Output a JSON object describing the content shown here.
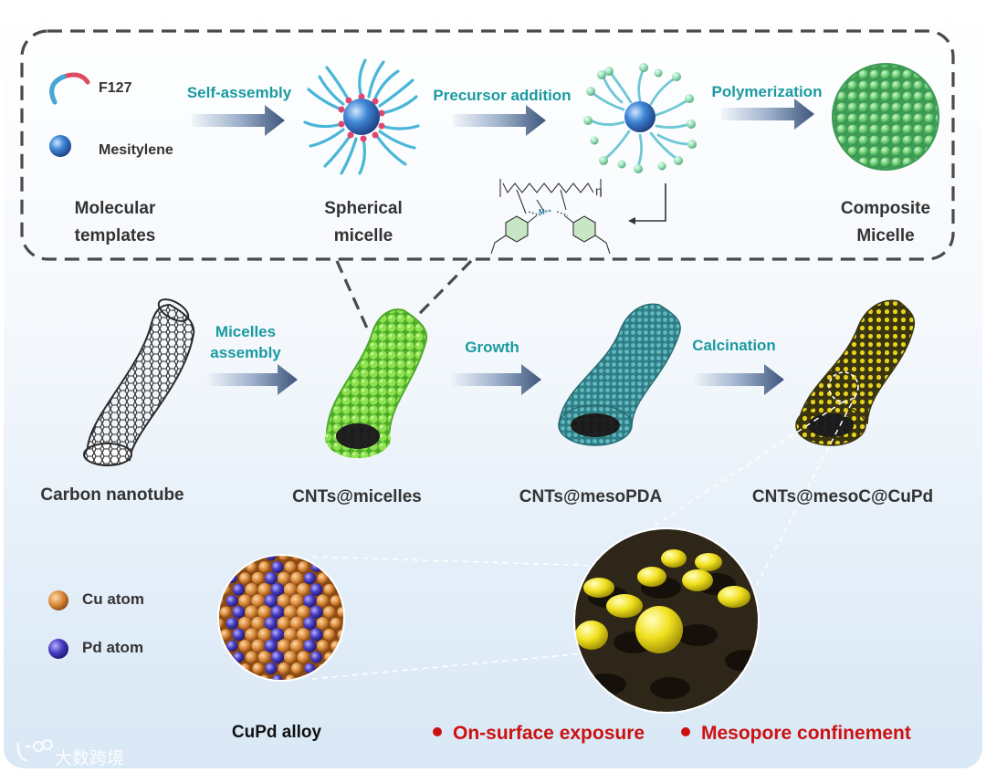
{
  "legend_top": {
    "f127": "F127",
    "mesitylene": "Mesitylene"
  },
  "top_row": {
    "step1": "Self-assembly",
    "step2": "Precursor addition",
    "step3": "Polymerization",
    "label1": [
      "Molecular",
      "templates"
    ],
    "label2": [
      "Spherical",
      "micelle"
    ],
    "label3": [
      "Composite",
      "Micelle"
    ],
    "formula_n": "n",
    "formula_metal": "Mⁿ⁺"
  },
  "middle_row": {
    "step1": [
      "Micelles",
      "assembly"
    ],
    "step2": "Growth",
    "step3": "Calcination",
    "label1": "Carbon nanotube",
    "label2": "CNTs@micelles",
    "label3": "CNTs@mesoPDA",
    "label4": "CNTs@mesoC@CuPd"
  },
  "legend_bottom": {
    "cu": "Cu atom",
    "pd": "Pd atom"
  },
  "alloy_label": "CuPd alloy",
  "features": [
    "On-surface exposure",
    "Mesopore confinement"
  ],
  "watermark": "大数跨境",
  "colors": {
    "teal": "#1a9aa0",
    "red": "#cc1111",
    "cu": "#d98a3a",
    "pd": "#4a3fc4",
    "micelle_green": "#77d84a",
    "meso_teal": "#3e8f95",
    "gold": "#e6d21c"
  }
}
